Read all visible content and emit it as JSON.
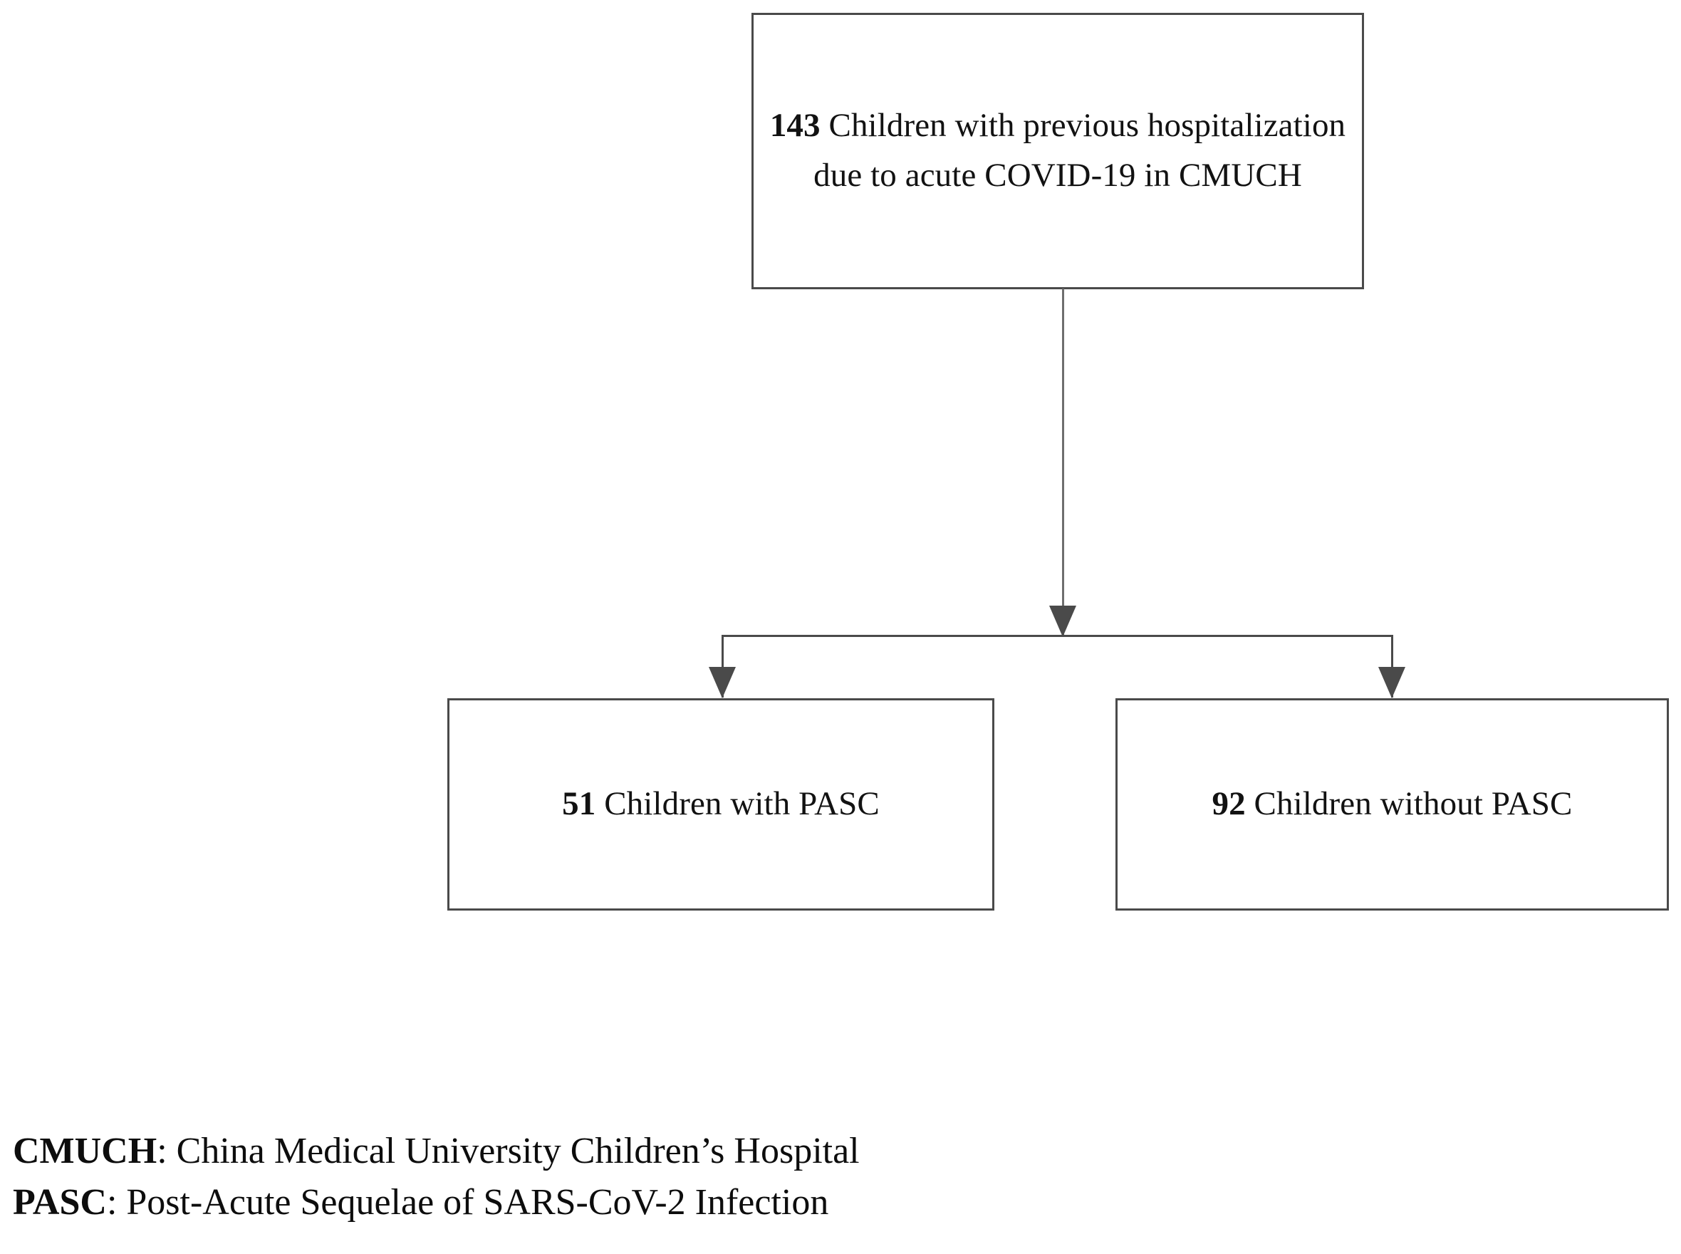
{
  "figure": {
    "type": "flowchart",
    "orientation": "top-down",
    "background_color": "#ffffff",
    "box_border_color": "#4a4a4a",
    "connector_color": "#4a4a4a",
    "text_color": "#121212"
  },
  "nodes": {
    "root": {
      "count": "143",
      "rest": " Children with previous hospitalization due to acute COVID-19 in CMUCH",
      "full_text": "143 Children with previous hospitalization due to acute COVID-19 in CMUCH",
      "lines": [
        "143 Children with previous",
        "hospitalization due to acute",
        "COVID-19 in CMUCH"
      ]
    },
    "pasc": {
      "count": "51",
      "rest": " Children with PASC",
      "full_text": "51 Children with PASC"
    },
    "no_pasc": {
      "count": "92",
      "rest": " Children without PASC",
      "full_text": "92 Children without PASC"
    }
  },
  "edges": [
    {
      "from": "root",
      "to": "pasc",
      "style": "elbow-arrow"
    },
    {
      "from": "root",
      "to": "no_pasc",
      "style": "elbow-arrow"
    }
  ],
  "legend": {
    "lines": [
      {
        "abbr": "CMUCH",
        "separator": ": ",
        "expansion": "China Medical University Children’s Hospital"
      },
      {
        "abbr": "PASC",
        "separator": ": ",
        "expansion": "Post-Acute Sequelae of SARS-CoV-2 Infection"
      }
    ]
  }
}
